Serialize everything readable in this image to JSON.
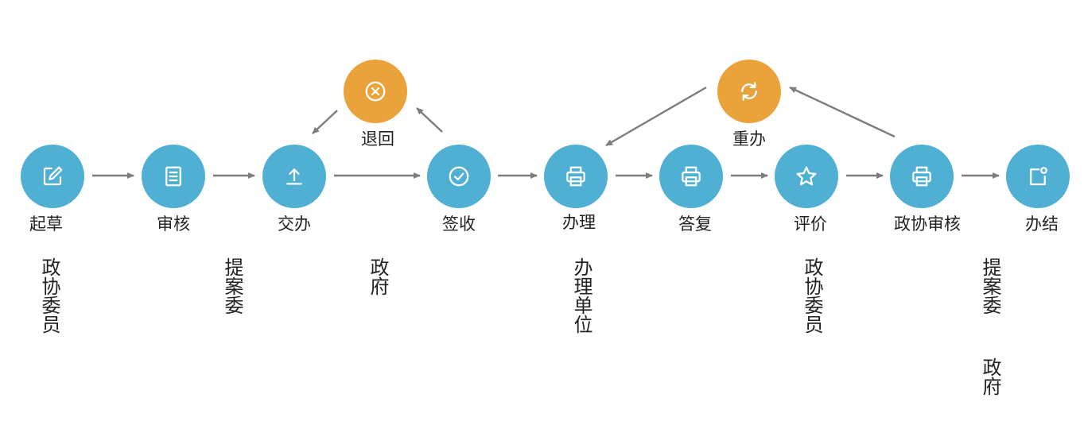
{
  "steps": {
    "draft": {
      "label": "起草",
      "icon": "edit-icon"
    },
    "review": {
      "label": "审核",
      "icon": "document-list-icon"
    },
    "assign": {
      "label": "交办",
      "icon": "upload-icon"
    },
    "receive": {
      "label": "签收",
      "icon": "check-circle-icon"
    },
    "handle": {
      "label": "办理",
      "icon": "printer-icon"
    },
    "reply": {
      "label": "答复",
      "icon": "printer-icon"
    },
    "evaluate": {
      "label": "评价",
      "icon": "star-icon"
    },
    "cppcc_review": {
      "label": "政协审核",
      "icon": "printer-icon"
    },
    "close": {
      "label": "办结",
      "icon": "finish-tag-icon"
    }
  },
  "branches": {
    "return": {
      "label": "退回",
      "icon": "close-circle-icon"
    },
    "redo": {
      "label": "重办",
      "icon": "refresh-icon"
    }
  },
  "actors": {
    "member": "政协委员",
    "committee": "提案委",
    "government": "政府",
    "unit": "办理单位",
    "member_eval": "政协委员",
    "committee_final": "提案委",
    "government_final": "政府"
  },
  "colors": {
    "step": "#4fb0d3",
    "branch": "#eaa33a",
    "arrow": "#7d7d7d",
    "icon": "#ffffff",
    "text": "#222222"
  }
}
